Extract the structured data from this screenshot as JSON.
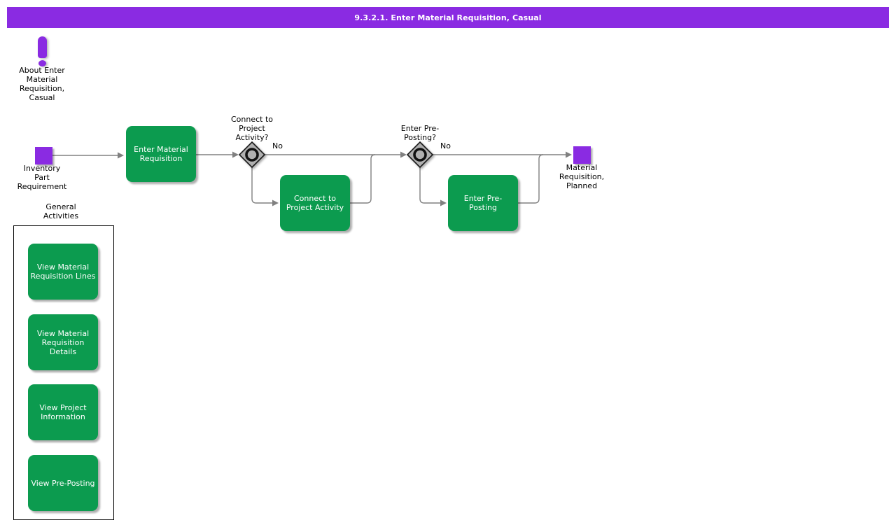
{
  "title_bar": {
    "text": "9.3.2.1. Enter Material Requisition, Casual"
  },
  "about": {
    "label": "About Enter\nMaterial\nRequisition,\nCasual"
  },
  "flow": {
    "start": {
      "label": "Inventory\nPart\nRequirement"
    },
    "activities": {
      "enter_material_requisition": "Enter Material\nRequisition",
      "connect_to_project_activity": "Connect to\nProject Activity",
      "enter_pre_posting": "Enter Pre-\nPosting"
    },
    "gateways": {
      "connect_to_project_activity": {
        "question": "Connect to\nProject\nActivity?",
        "branch_label": "No"
      },
      "enter_pre_posting": {
        "question": "Enter Pre-\nPosting?",
        "branch_label": "No"
      }
    },
    "end": {
      "label": "Material\nRequisition,\nPlanned"
    }
  },
  "general_activities": {
    "label": "General\nActivities",
    "items": [
      "View Material\nRequisition Lines",
      "View Material\nRequisition\nDetails",
      "View Project\nInformation",
      "View Pre-Posting"
    ]
  },
  "colors": {
    "title_bar_bg": "#8A2BE2",
    "event_purple": "#8A2BE2",
    "activity_green": "#0C9B4F",
    "connector_gray": "#808080",
    "gateway_gray": "#B0B0B0",
    "text_black": "#000000",
    "text_white": "#FFFFFF"
  }
}
